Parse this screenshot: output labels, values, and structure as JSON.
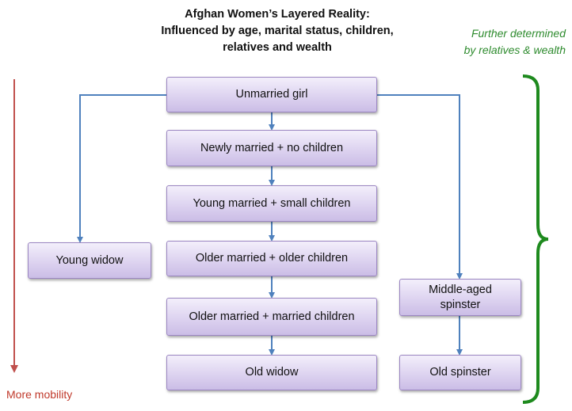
{
  "title_lines": [
    "Afghan Women’s Layered Reality:",
    "Influenced by age, marital status, children,",
    "relatives and wealth"
  ],
  "note_lines": [
    "Further determined",
    "by relatives & wealth"
  ],
  "mobility_label": "More mobility",
  "nodes": {
    "unmarried_girl": "Unmarried girl",
    "newly_married": "Newly married + no children",
    "young_married": "Young married + small children",
    "older_married_older": "Older married + older children",
    "older_married_married": "Older married + married children",
    "old_widow": "Old widow",
    "young_widow": "Young widow",
    "middle_aged_spinster": "Middle-aged\nspinster",
    "old_spinster": "Old spinster"
  },
  "colors": {
    "connector": "#4f81bd",
    "bracket": "#1e8a1e",
    "mobility_arrow": "#c0504d",
    "node_border": "#9b86c2"
  }
}
